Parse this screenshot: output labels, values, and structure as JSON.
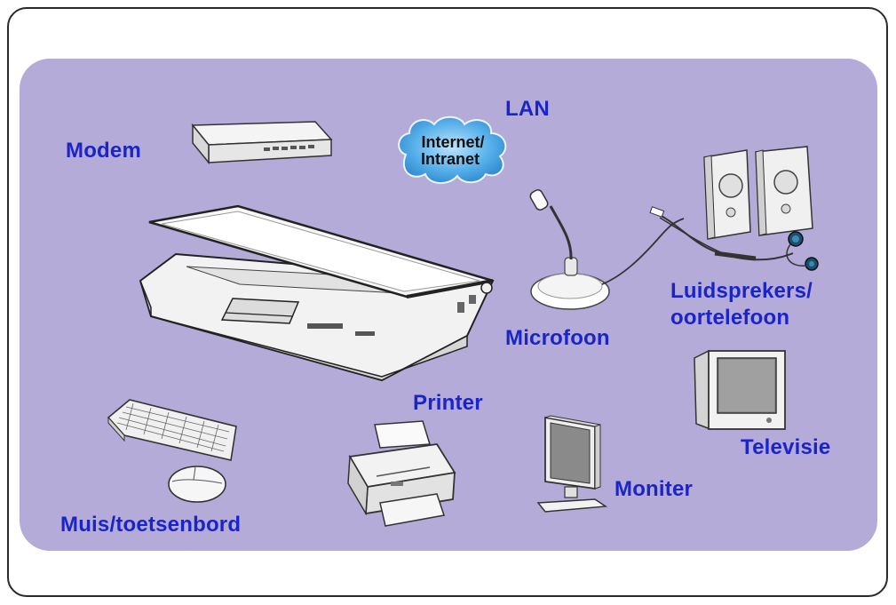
{
  "labels": {
    "modem": "Modem",
    "lan": "LAN",
    "cloud_line1": "Internet/",
    "cloud_line2": "Intranet",
    "speakers_line1": "Luidsprekers/",
    "speakers_line2": "oortelefoon",
    "microphone": "Microfoon",
    "printer": "Printer",
    "television": "Televisie",
    "monitor": "Moniter",
    "mouse_keyboard": "Muis/toetsenbord"
  },
  "colors": {
    "label_text": "#1a24c8",
    "panel_background": "#b4abd8",
    "cloud_fill": "#4aa8e6",
    "frame_border": "#2a2a2a"
  },
  "icons": [
    "modem-icon",
    "cloud-icon",
    "laptop-icon",
    "microphone-icon",
    "speakers-icon",
    "headphones-icon",
    "printer-icon",
    "monitor-icon",
    "television-icon",
    "keyboard-icon",
    "mouse-icon"
  ]
}
